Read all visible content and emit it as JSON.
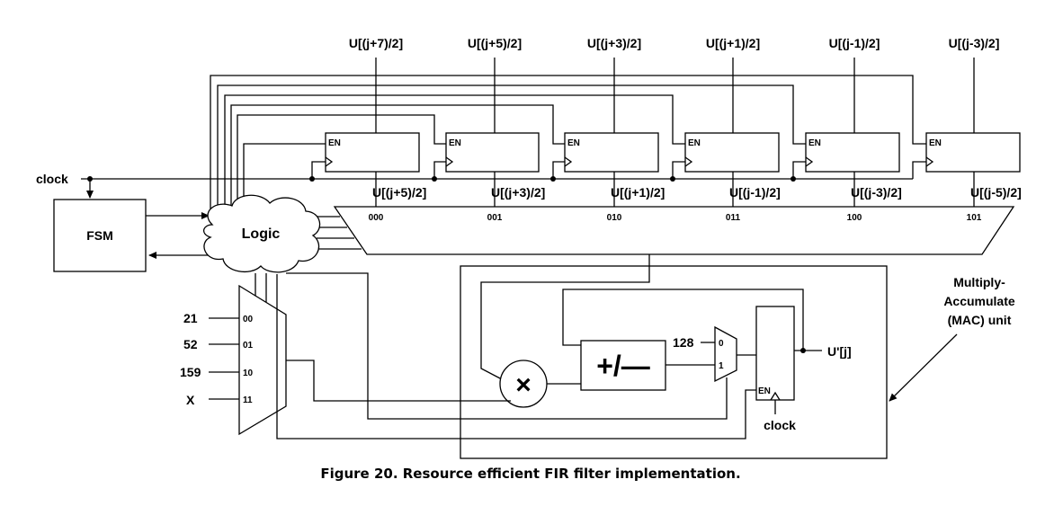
{
  "inputs": {
    "clock": "clock",
    "clock_mac": "clock"
  },
  "top_labels": [
    "U[(j+7)/2]",
    "U[(j+5)/2]",
    "U[(j+3)/2]",
    "U[(j+1)/2]",
    "U[(j-1)/2]",
    "U[(j-3)/2]"
  ],
  "register_outputs": [
    "U[(j+5)/2]",
    "U[(j+3)/2]",
    "U[(j+1)/2]",
    "U[(j-1)/2]",
    "U[(j-3)/2]",
    "U[(j-5)/2]"
  ],
  "register_enable": "EN",
  "mux_select_codes": [
    "000",
    "001",
    "010",
    "011",
    "100",
    "101"
  ],
  "fsm_label": "FSM",
  "logic_label": "Logic",
  "coeff_mux": {
    "values": [
      "21",
      "52",
      "159",
      "X"
    ],
    "selects": [
      "00",
      "01",
      "10",
      "11"
    ]
  },
  "mac": {
    "label_lines": [
      "Multiply-",
      "Accumulate",
      "(MAC) unit"
    ],
    "multiply_symbol": "×",
    "addsub_symbol": "+/—",
    "init_value": "128",
    "mux_inputs": [
      "0",
      "1"
    ],
    "output": "U'[j]",
    "enable": "EN"
  },
  "caption": "Figure 20. Resource efficient FIR filter implementation."
}
